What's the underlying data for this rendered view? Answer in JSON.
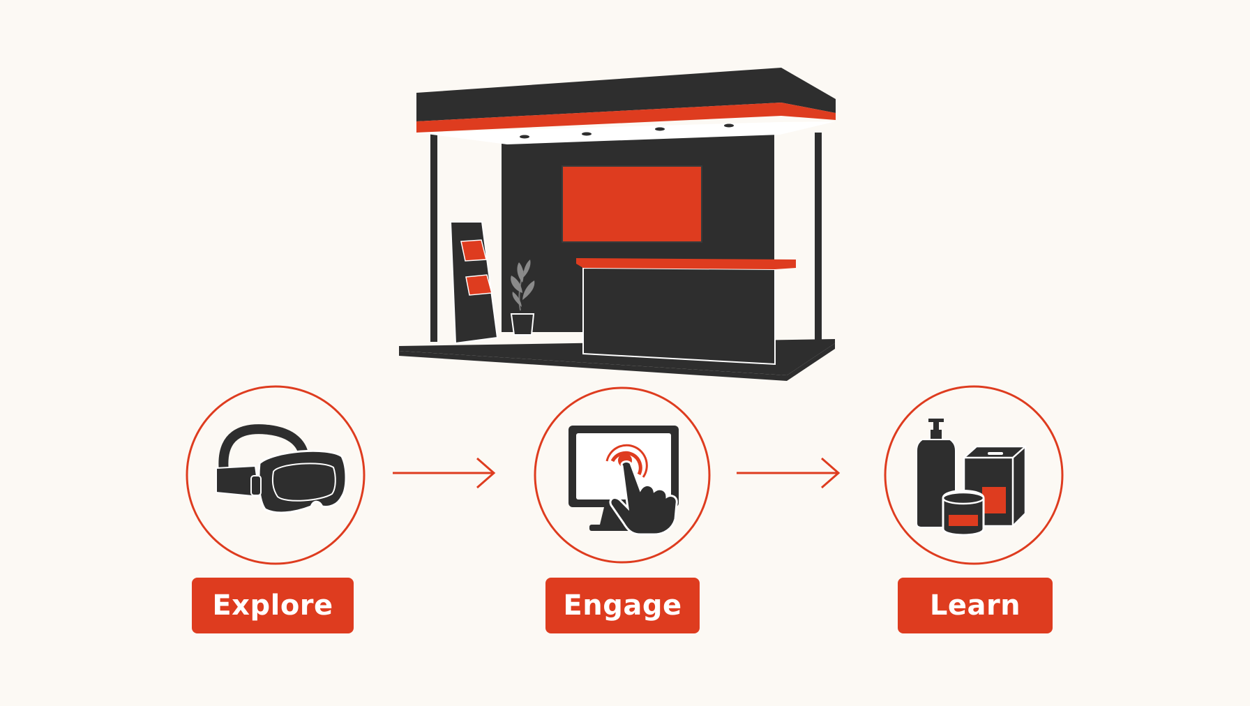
{
  "colors": {
    "background": "#fcf9f4",
    "dark": "#2e2e2e",
    "accent": "#de3c1f",
    "light": "#ffffff"
  },
  "booth": {
    "icon": "exhibition-booth-icon",
    "parts": [
      "canopy",
      "side-posts",
      "back-wall",
      "display-screen",
      "brochure-stand",
      "potted-plant",
      "reception-counter",
      "floor-platform"
    ]
  },
  "steps": [
    {
      "label": "Explore",
      "icon": "vr-headset-icon"
    },
    {
      "label": "Engage",
      "icon": "touchscreen-monitor-icon"
    },
    {
      "label": "Learn",
      "icon": "product-samples-icon"
    }
  ],
  "connectors": [
    "arrow-right-icon",
    "arrow-right-icon"
  ]
}
